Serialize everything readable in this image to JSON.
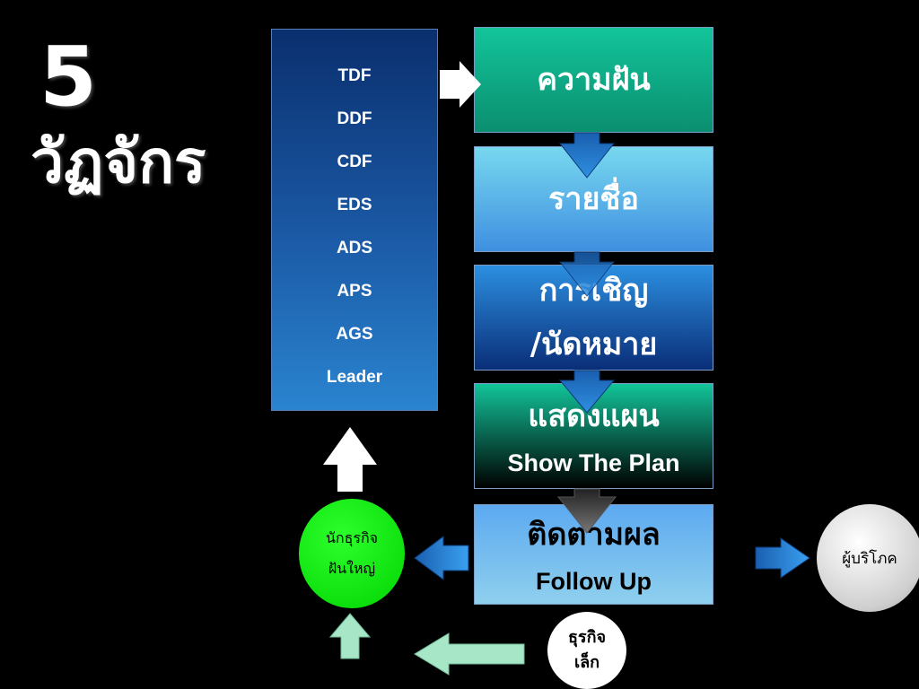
{
  "title": {
    "number": "5",
    "word": "วัฏจักร"
  },
  "levels": [
    "TDF",
    "DDF",
    "CDF",
    "EDS",
    "ADS",
    "APS",
    "AGS",
    "Leader"
  ],
  "steps": [
    {
      "lines": [
        "ความฝัน"
      ]
    },
    {
      "lines": [
        "รายชื่อ"
      ]
    },
    {
      "lines": [
        "การเชิญ",
        "/นัดหมาย"
      ]
    },
    {
      "lines": [
        "แสดงแผน",
        "Show The Plan"
      ]
    },
    {
      "lines": [
        "ติดตามผล",
        "Follow Up"
      ]
    }
  ],
  "nodes": {
    "big_business": [
      "นักธุรกิจ",
      "ฝันใหญ่"
    ],
    "small_business": [
      "ธุรกิจ",
      "เล็ก"
    ],
    "consumer": "ผู้บริโภค"
  }
}
